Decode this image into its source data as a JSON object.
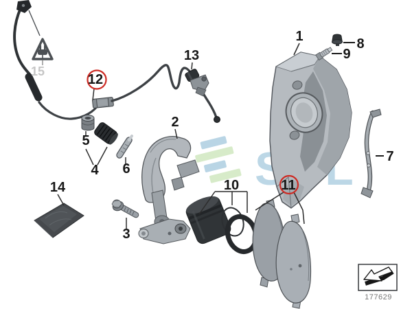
{
  "diagram": {
    "watermark": {
      "text": "SOL",
      "logo_icon": "sol-chevron-logo-icon"
    },
    "warning_symbol": {
      "icon": "electrical-plug-warning-triangle-icon"
    },
    "callouts": {
      "c1": "1",
      "c2": "2",
      "c3": "3",
      "c4": "4",
      "c5": "5",
      "c6": "6",
      "c7": "7",
      "c8": "8",
      "c9": "9",
      "c10": "10",
      "c11": "11",
      "c12": "12",
      "c13": "13",
      "c14": "14",
      "c15": "15"
    },
    "highlighted_callouts": [
      "11",
      "12"
    ],
    "footer": {
      "icon": "install-direction-arrow-icon",
      "part_number": "177629"
    },
    "colors": {
      "highlight_ring": "#cd2b24",
      "callout_text": "#161616",
      "muted_callout_text": "#c6c6c6",
      "watermark_blue": "#b9d5e5",
      "watermark_green": "#d7ebc9"
    }
  }
}
